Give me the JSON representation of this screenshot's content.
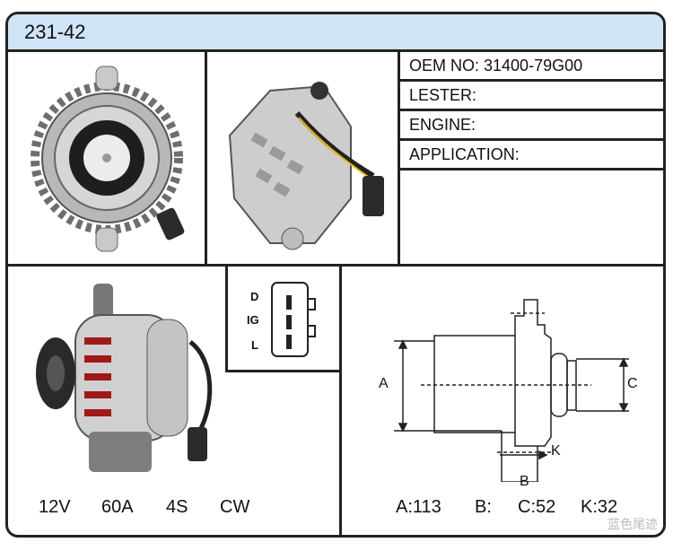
{
  "header": {
    "title": "231-42"
  },
  "specs": [
    {
      "label": "OEM NO:",
      "value": "31400-79G00"
    },
    {
      "label": "LESTER:",
      "value": ""
    },
    {
      "label": "ENGINE:",
      "value": ""
    },
    {
      "label": "APPLICATION:",
      "value": ""
    }
  ],
  "connector": {
    "pins": [
      "D",
      "IG",
      "L"
    ]
  },
  "ratings": {
    "voltage": "12V",
    "amperage": "60A",
    "pulley": "4S",
    "rotation": "CW"
  },
  "dimensions": {
    "a_label": "A",
    "b_label": "B",
    "c_label": "C",
    "k_label": "K",
    "a_text": "A:113",
    "b_text": "B:",
    "c_text": "C:52",
    "k_text": "K:32"
  },
  "watermark": "蓝色尾迹"
}
